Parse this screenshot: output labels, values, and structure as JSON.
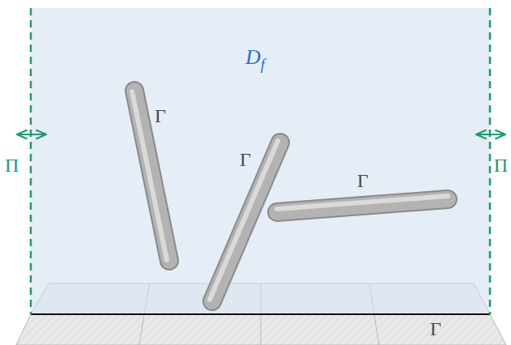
{
  "diagram": {
    "labels": [
      "Df",
      "Γ",
      "Γ",
      "Γ",
      "Π",
      "Π",
      "Γ"
    ]
  }
}
